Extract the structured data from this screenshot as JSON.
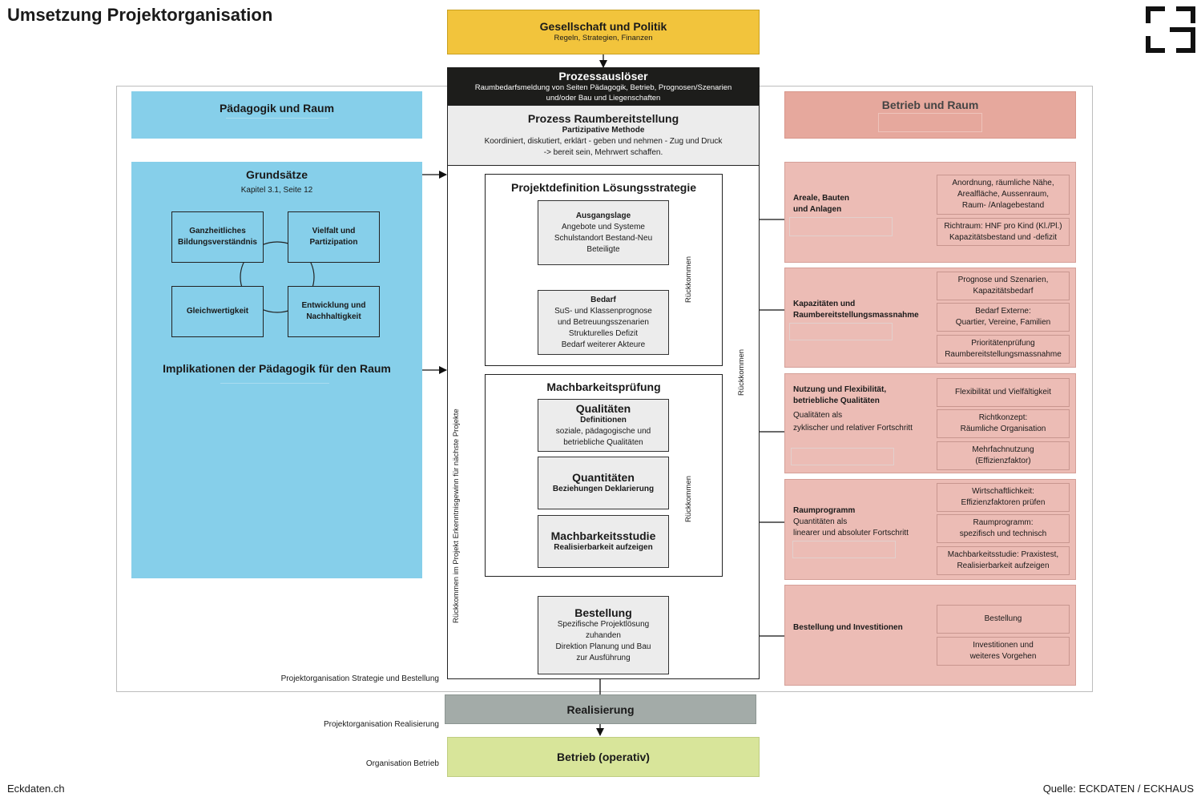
{
  "page_title": "Umsetzung Projektorganisation",
  "footer_left": "Eckdaten.ch",
  "footer_right": "Quelle: ECKDATEN / ECKHAUS",
  "colors": {
    "yellow": "#f2c43c",
    "black": "#1d1d1b",
    "grey": "#ececec",
    "blue": "#86cfea",
    "pink": "#ecbcb5",
    "pink_header": "#e6a89d",
    "realisierung": "#a3aba8",
    "betrieb": "#d8e59a"
  },
  "top": {
    "title": "Gesellschaft und Politik",
    "subtitle": "Regeln, Strategien, Finanzen"
  },
  "ausloeser": {
    "title": "Prozessauslöser",
    "text": "Raumbedarfsmeldung von Seiten Pädagogik, Betrieb, Prognosen/Szenarien\nund/oder Bau und Liegenschaften"
  },
  "prozess": {
    "title": "Prozess Raumbereitstellung",
    "subtitle": "Partizipative Methode",
    "text": "Koordiniert, diskutiert, erklärt - geben und nehmen - Zug und Druck\n-> bereit sein, Mehrwert schaffen."
  },
  "left": {
    "header": "Pädagogik und Raum",
    "grundsaetze_title": "Grundsätze",
    "grundsaetze_ref": "Kapitel 3.1, Seite 12",
    "squares": [
      "Ganzheitliches\nBildungsverständnis",
      "Vielfalt und\nPartizipation",
      "Gleichwertigkeit",
      "Entwicklung und\nNachhaltigkeit"
    ],
    "implikationen": "Implikationen der Pädagogik für den Raum"
  },
  "projektdefinition": {
    "title": "Projektdefinition Lösungsstrategie",
    "ausgangslage_title": "Ausgangslage",
    "ausgangslage_text": "Angebote und Systeme\nSchulstandort Bestand-Neu\nBeteiligte",
    "bedarf_title": "Bedarf",
    "bedarf_text": "SuS- und Klassenprognose\nund Betreuungsszenarien\nStrukturelles Defizit\nBedarf weiterer Akteure"
  },
  "machbarkeit": {
    "title": "Machbarkeitsprüfung",
    "qualitaeten_title": "Qualitäten",
    "qualitaeten_sub": "Definitionen",
    "qualitaeten_text": "soziale, pädagogische und\nbetriebliche Qualitäten",
    "quantitaeten_title": "Quantitäten",
    "quantitaeten_sub": "Beziehungen Deklarierung",
    "studie_title": "Machbarkeitsstudie",
    "studie_sub": "Realisierbarkeit aufzeigen"
  },
  "bestellung": {
    "title": "Bestellung",
    "text": "Spezifische Projektlösung\nzuhanden\nDirektion Planung und Bau\nzur Ausführung"
  },
  "rueckkommen": "Rückkommen",
  "rueckkommen_long": "Rückkommen im Projekt\nErkenntnisgewinn für nächste Projekte",
  "labels": {
    "org_strategie": "Projektorganisation Strategie und Bestellung",
    "org_realisierung": "Projektorganisation Realisierung",
    "org_betrieb": "Organisation Betrieb"
  },
  "realisierung": "Realisierung",
  "betrieb": "Betrieb (operativ)",
  "right": {
    "header": "Betrieb und Raum",
    "groups": [
      {
        "label": "Areale, Bauten\nund Anlagen",
        "items": [
          "Anordnung, räumliche Nähe,\nArealfläche, Aussenraum,\nRaum- /Anlagebestand",
          "Richtraum: HNF pro Kind (Kl./Pl.)\nKapazitätsbestand und -defizit"
        ]
      },
      {
        "label": "Kapazitäten und\nRaumbereitstellungsmassnahme",
        "items": [
          "Prognose und Szenarien,\nKapazitätsbedarf",
          "Bedarf Externe:\nQuartier, Vereine, Familien",
          "Prioritätenprüfung\nRaumbereitstellungsmassnahme"
        ]
      },
      {
        "label": "Nutzung und Flexibilität,\nbetriebliche Qualitäten",
        "sublabel": "Qualitäten als\nzyklischer und relativer Fortschritt",
        "items": [
          "Flexibilität und Vielfältigkeit",
          "Richtkonzept:\nRäumliche Organisation",
          "Mehrfachnutzung\n(Effizienzfaktor)"
        ]
      },
      {
        "label": "Raumprogramm",
        "sublabel": "Quantitäten als\nlinearer und absoluter Fortschritt",
        "items": [
          "Wirtschaftlichkeit:\nEffizienzfaktoren prüfen",
          "Raumprogramm:\nspezifisch und technisch",
          "Machbarkeitsstudie: Praxistest,\nRealisierbarkeit aufzeigen"
        ]
      },
      {
        "label": "Bestellung und Investitionen",
        "items": [
          "Bestellung",
          "Investitionen und\nweiteres Vorgehen"
        ]
      }
    ]
  }
}
